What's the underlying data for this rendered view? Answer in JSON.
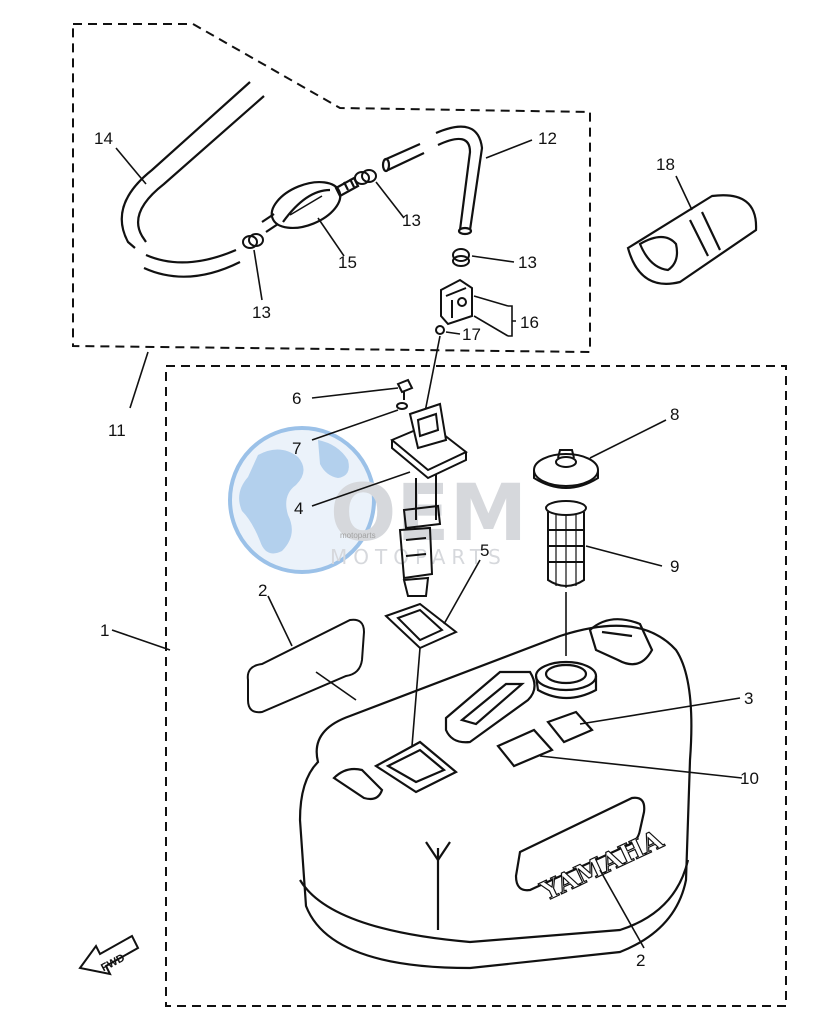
{
  "callouts": [
    {
      "key": "c1",
      "label": "1"
    },
    {
      "key": "c2a",
      "label": "2"
    },
    {
      "key": "c2b",
      "label": "2"
    },
    {
      "key": "c3",
      "label": "3"
    },
    {
      "key": "c4",
      "label": "4"
    },
    {
      "key": "c5",
      "label": "5"
    },
    {
      "key": "c6",
      "label": "6"
    },
    {
      "key": "c7",
      "label": "7"
    },
    {
      "key": "c8",
      "label": "8"
    },
    {
      "key": "c9",
      "label": "9"
    },
    {
      "key": "c10",
      "label": "10"
    },
    {
      "key": "c11",
      "label": "11"
    },
    {
      "key": "c12",
      "label": "12"
    },
    {
      "key": "c13a",
      "label": "13"
    },
    {
      "key": "c13b",
      "label": "13"
    },
    {
      "key": "c13c",
      "label": "13"
    },
    {
      "key": "c14",
      "label": "14"
    },
    {
      "key": "c15",
      "label": "15"
    },
    {
      "key": "c16",
      "label": "16"
    },
    {
      "key": "c17",
      "label": "17"
    },
    {
      "key": "c18",
      "label": "18"
    }
  ],
  "tank_brand": "YAMAHA",
  "direction_arrow": "FWD",
  "watermark": {
    "main": "OEM",
    "sub": "MOTOPARTS",
    "small": "motoparts"
  },
  "colors": {
    "ink": "#111111",
    "watermark_blue": "#4a8fd6",
    "watermark_gray": "#b5b9c0"
  }
}
